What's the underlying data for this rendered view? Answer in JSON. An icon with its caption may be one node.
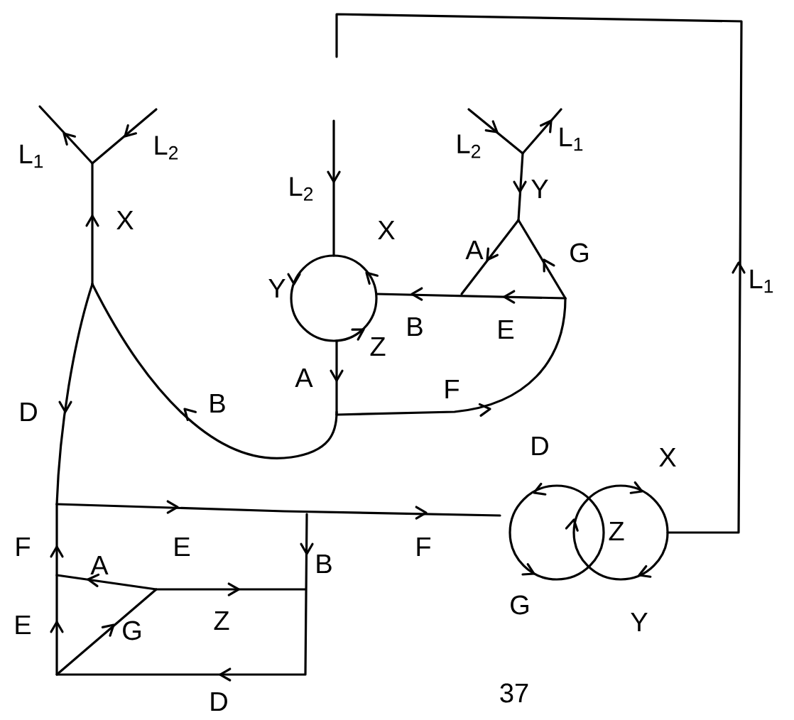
{
  "diagram": {
    "labels": [
      "L$_{1}$",
      "L$_{2}$",
      "L$_{2}$",
      "L$_{2}$",
      "L$_{1}$",
      "Y",
      "X",
      "X",
      "A",
      "G",
      "Y",
      "L$_{1}$",
      "B",
      "E",
      "Z",
      "A",
      "D",
      "B",
      "F",
      "D",
      "X",
      "E",
      "B",
      "F",
      "Z",
      "F",
      "A",
      "E",
      "G",
      "Z",
      "G",
      "Y",
      "D",
      "37"
    ]
  }
}
